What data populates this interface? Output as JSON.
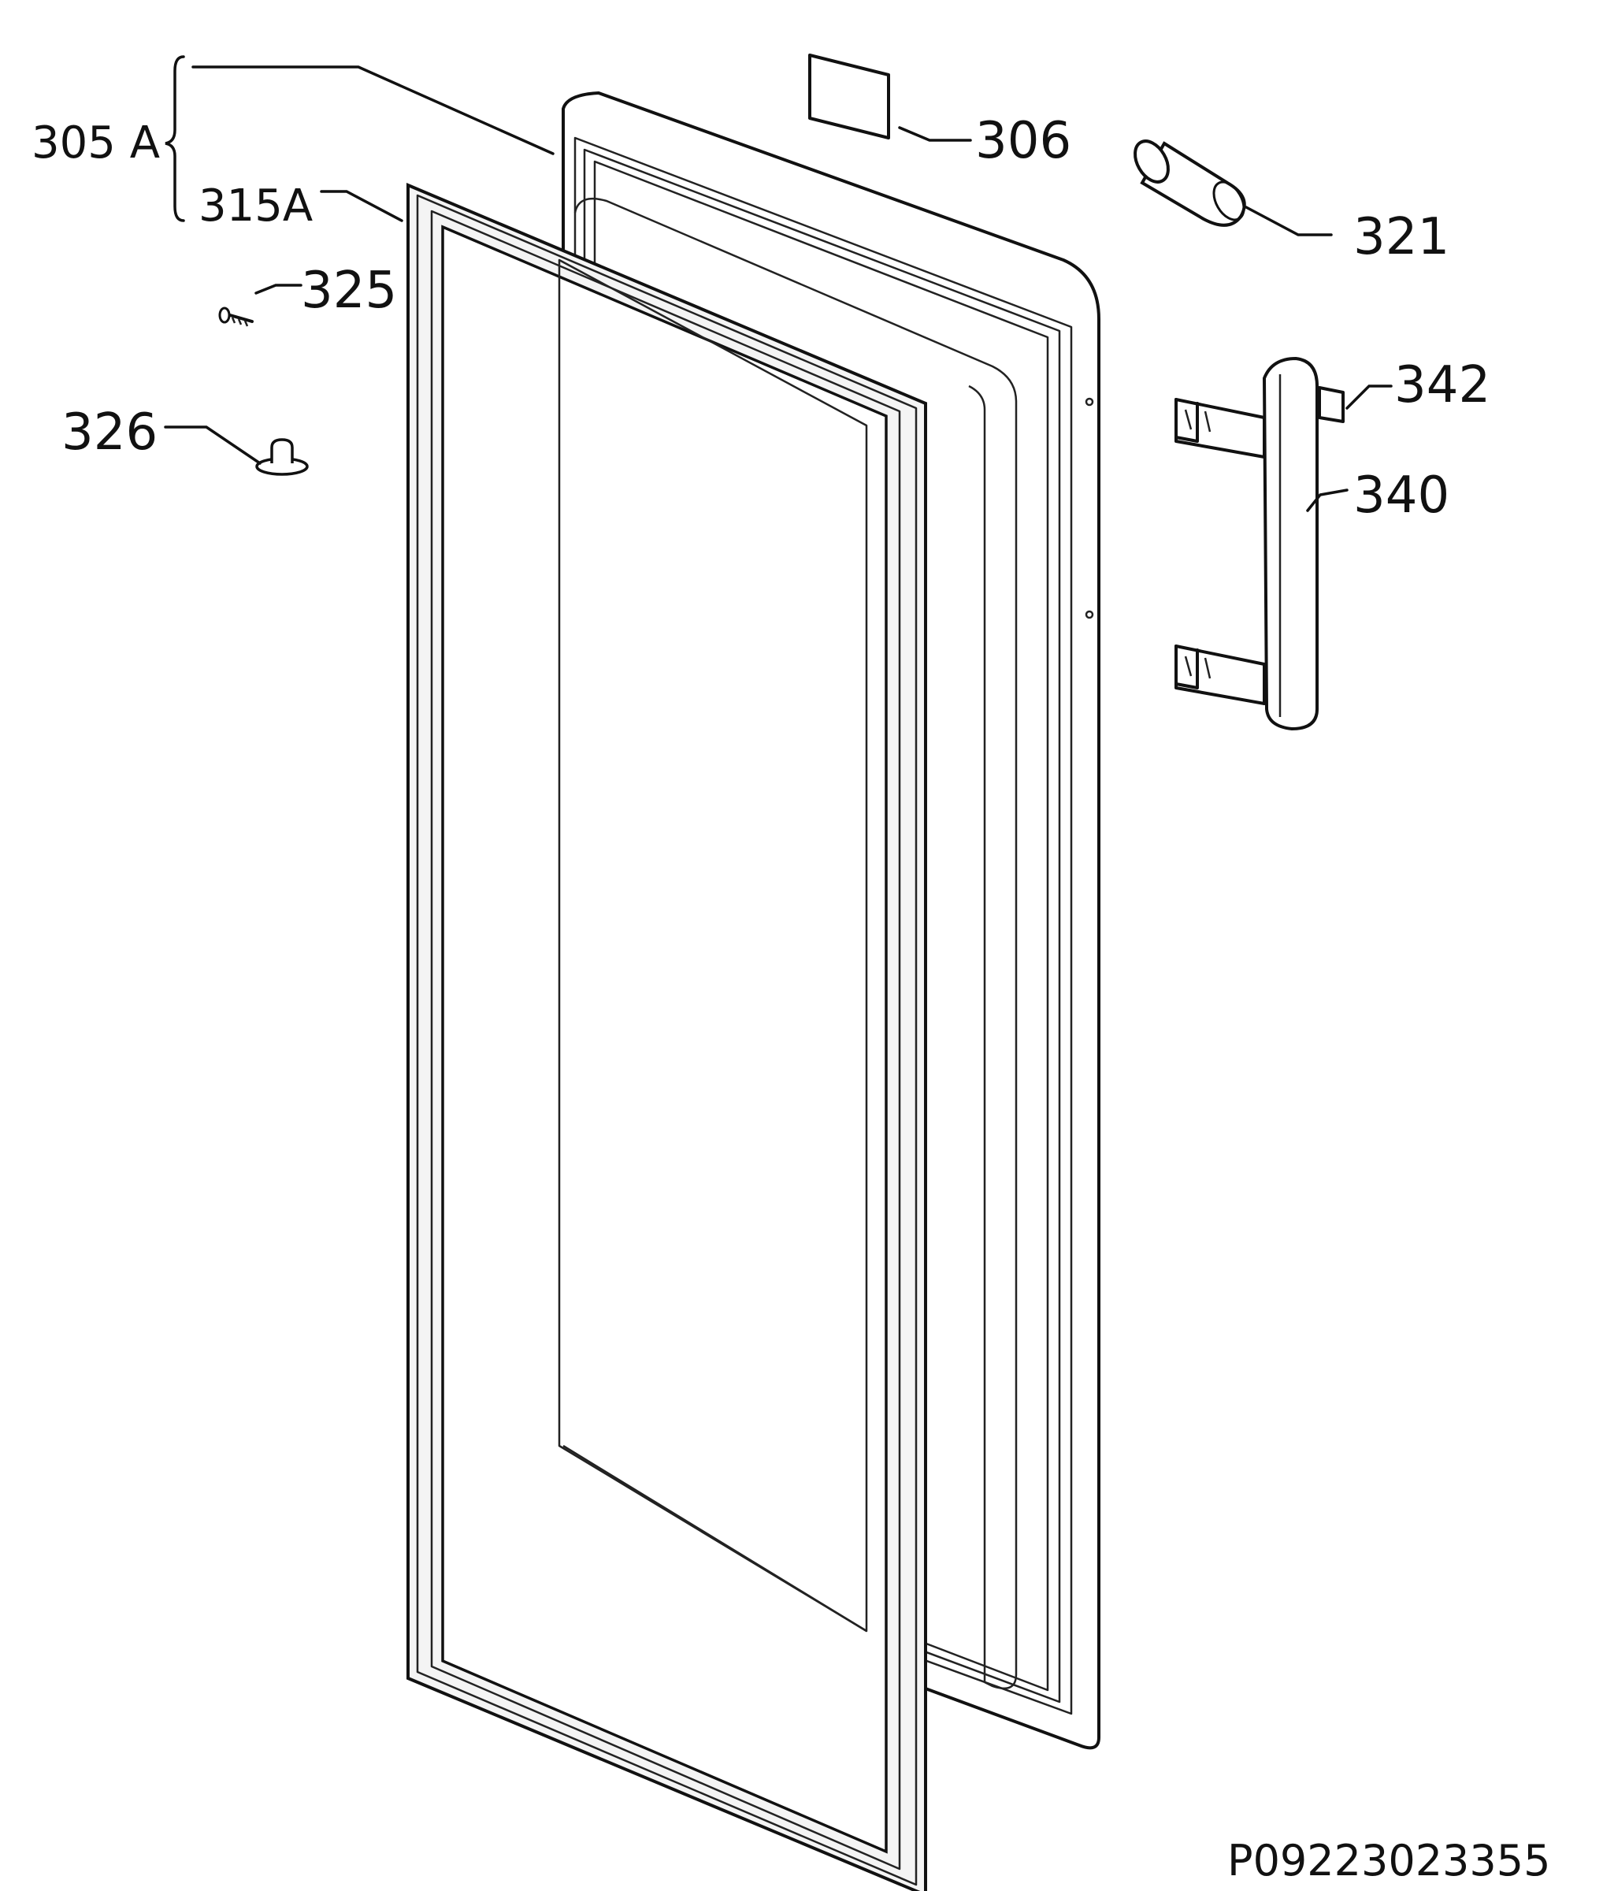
{
  "labels": {
    "p305a": "305 A",
    "p315a": "315A",
    "p306": "306",
    "p321": "321",
    "p325": "325",
    "p326": "326",
    "p342": "342",
    "p340": "340"
  },
  "document_number": "P09223023355"
}
